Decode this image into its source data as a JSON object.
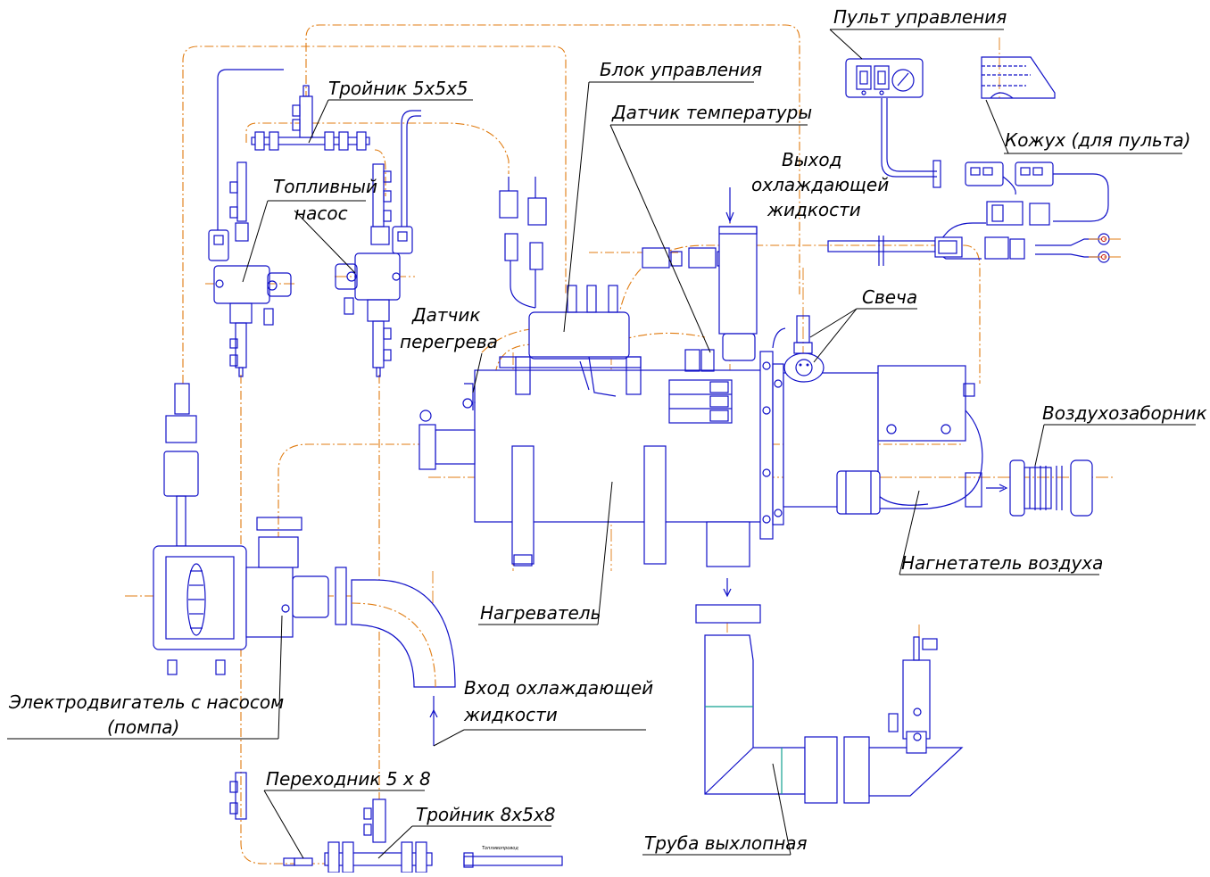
{
  "colors": {
    "part_outline": "#1010c8",
    "axis_line": "#e07b10",
    "leader_line": "#000000",
    "exhaust_accent": "#12a090"
  },
  "labels": {
    "control_panel": "Пульт управления",
    "control_unit": "Блок управления",
    "tee_5x5x5": "Тройник 5х5х5",
    "temp_sensor": "Датчик температуры",
    "coolant_out_l1": "Выход",
    "coolant_out_l2": "охлаждающей",
    "coolant_out_l3": "жидкости",
    "cover": "Кожух (для пульта)",
    "fuel_pump_l1": "Топливный",
    "fuel_pump_l2": "насос",
    "glow_plug": "Свеча",
    "overheat_l1": "Датчик",
    "overheat_l2": "перегрева",
    "air_intake": "Воздухозаборник",
    "blower": "Нагнетатель воздуха",
    "heater": "Нагреватель",
    "motor_pump_l1": "Электродвигатель с насосом",
    "motor_pump_l2": "(помпа)",
    "coolant_in_l1": "Вход охлаждающей",
    "coolant_in_l2": "жидкости",
    "adapter": "Переходник 5 х 8",
    "tee_8x5x8": "Тройник 8х5х8",
    "fuel_line": "Топливопровод",
    "exhaust_pipe": "Труба выхлопная"
  }
}
